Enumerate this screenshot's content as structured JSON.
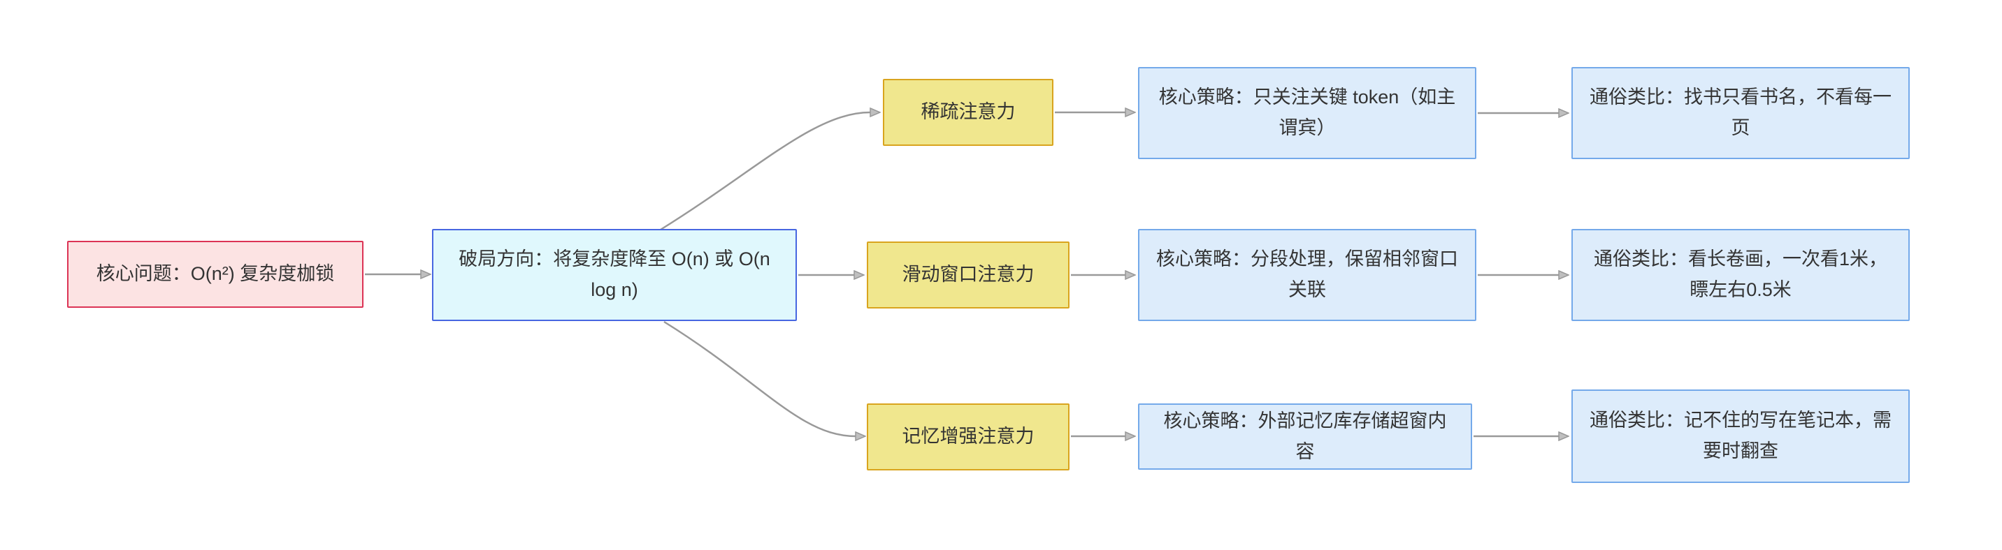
{
  "diagram": {
    "problem": "核心问题：O(n²) 复杂度枷锁",
    "direction": "破局方向：将复杂度降至 O(n) 或 O(n log n)",
    "branches": [
      {
        "approach": "稀疏注意力",
        "strategy": "核心策略：只关注关键 token（如主谓宾）",
        "analogy": "通俗类比：找书只看书名，不看每一页"
      },
      {
        "approach": "滑动窗口注意力",
        "strategy": "核心策略：分段处理，保留相邻窗口关联",
        "analogy": "通俗类比：看长卷画，一次看1米，瞟左右0.5米"
      },
      {
        "approach": "记忆增强注意力",
        "strategy": "核心策略：外部记忆库存储超窗内容",
        "analogy": "通俗类比：记不住的写在笔记本，需要时翻查"
      }
    ]
  },
  "colors": {
    "problem_fill": "#fce3e3",
    "problem_border": "#dc3355",
    "direction_fill": "#e0f8fd",
    "direction_border": "#4767e1",
    "approach_fill": "#f0e78e",
    "approach_border": "#d9a41e",
    "info_fill": "#ddecfb",
    "info_border": "#74a9ea",
    "connector": "#999999",
    "arrowhead_fill": "#bfbfbf"
  }
}
